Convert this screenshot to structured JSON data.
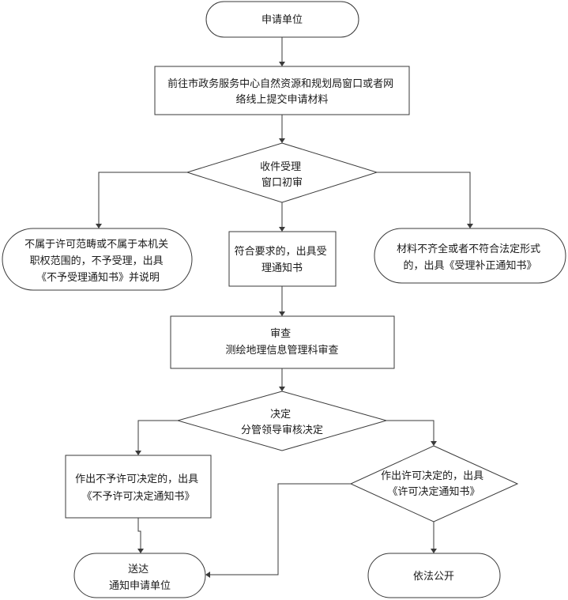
{
  "flowchart": {
    "start": {
      "lines": [
        "申请单位"
      ]
    },
    "submit": {
      "lines": [
        "前往市政务服务中心自然资源和规划局窗口或者网",
        "络线上提交申请材料"
      ]
    },
    "receive": {
      "lines": [
        "收件受理",
        "窗口初审"
      ]
    },
    "reject_scope": {
      "lines": [
        "不属于许可范畴或不属于本机关",
        "职权范围的，不予受理，出具",
        "《不予受理通知书》并说明"
      ]
    },
    "accept": {
      "lines": [
        "符合要求的，出具受",
        "理通知书"
      ]
    },
    "incomplete": {
      "lines": [
        "材料不齐全或者不符合法定形式",
        "的，出具《受理补正通知书》"
      ]
    },
    "review": {
      "lines": [
        "审查",
        "测绘地理信息管理科审查"
      ]
    },
    "decide": {
      "lines": [
        "决定",
        "分管领导审核决定"
      ]
    },
    "deny_permit": {
      "lines": [
        "作出不予许可决定的，出具",
        "《不予许可决定通知书》"
      ]
    },
    "grant_permit": {
      "lines": [
        "作出许可决定的，出具",
        "《许可决定通知书》"
      ]
    },
    "deliver": {
      "lines": [
        "送达",
        "通知申请单位"
      ]
    },
    "disclose": {
      "lines": [
        "依法公开"
      ]
    }
  }
}
